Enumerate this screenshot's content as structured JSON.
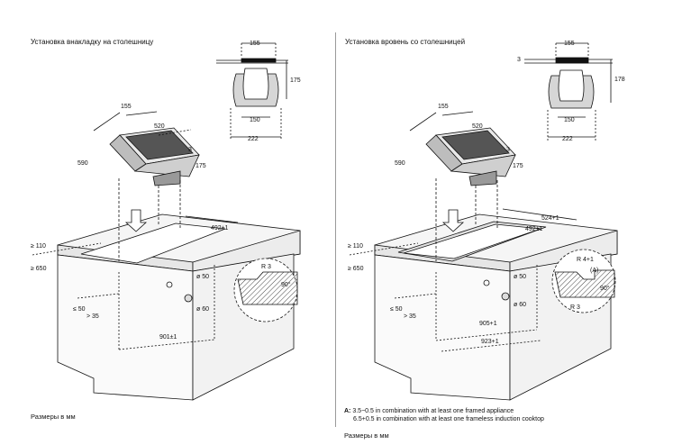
{
  "left_panel": {
    "title": "Установка внакладку на столешницу",
    "footer": "Размеры в мм",
    "profile_dims": {
      "top_width": "155",
      "height": "175",
      "inner_width": "150",
      "base_width": "222"
    },
    "unit_dims": {
      "width": "155",
      "length": "520",
      "depth": "590",
      "gap": "3",
      "height": "175"
    },
    "cutout_dims": {
      "cutout_depth": "492±1",
      "cutout_length": "901±1",
      "min_back": "≥ 110",
      "min_front": "≥ 650",
      "min_edge": "≤ 50",
      "min_side": "> 35",
      "hole_a": "ø 50",
      "hole_b": "ø 60"
    },
    "detail": {
      "radius": "R 3",
      "angle": "90°"
    }
  },
  "right_panel": {
    "title": "Установка вровень со столешницей",
    "footer": "Размеры в мм",
    "profile_dims": {
      "flush_gap": "3",
      "top_width": "155",
      "height": "178",
      "inner_width": "150",
      "base_width": "222"
    },
    "unit_dims": {
      "width": "155",
      "length": "520",
      "depth": "590",
      "gap": "3",
      "height": "175"
    },
    "cutout_dims": {
      "rebate_depth": "524+1",
      "cutout_depth": "492±1",
      "inner_length": "905+1",
      "outer_length": "923+1",
      "min_back": "≥ 110",
      "min_front": "≥ 650",
      "min_edge": "≤ 50",
      "min_side": "> 35",
      "hole_a": "ø 50",
      "hole_b": "ø 60"
    },
    "detail": {
      "radius_top": "R 4+1",
      "marker": "(A)",
      "radius_bottom": "R 3",
      "angle": "90°"
    },
    "notes": [
      {
        "key": "A:",
        "text": "3.5−0.5 in combination with at least one framed appliance"
      },
      {
        "key": "",
        "text": "6.5+0.5 in combination with at least one frameless induction cooktop"
      }
    ]
  }
}
